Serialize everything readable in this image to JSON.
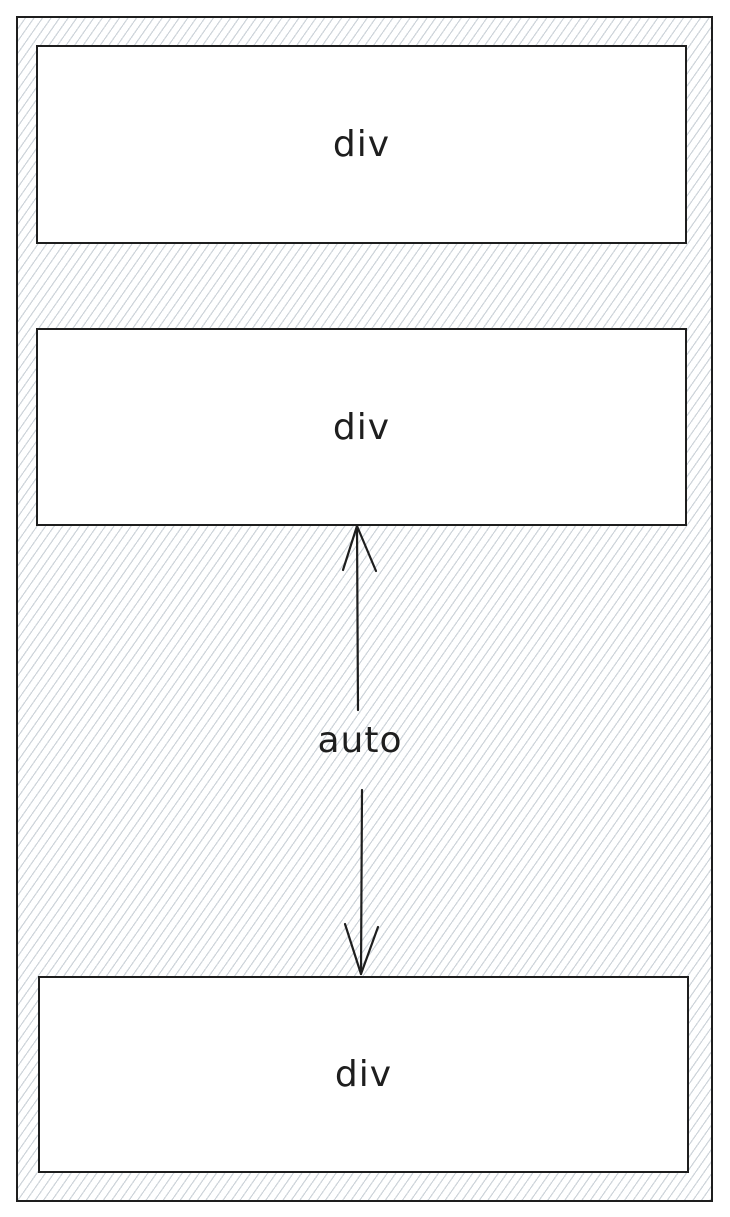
{
  "diagram": {
    "boxes": [
      {
        "label": "div"
      },
      {
        "label": "div"
      },
      {
        "label": "div"
      }
    ],
    "gap_label": "auto",
    "colors": {
      "stroke": "#1e1e1e",
      "hatch": "#ced4da",
      "fill": "#ffffff"
    }
  }
}
